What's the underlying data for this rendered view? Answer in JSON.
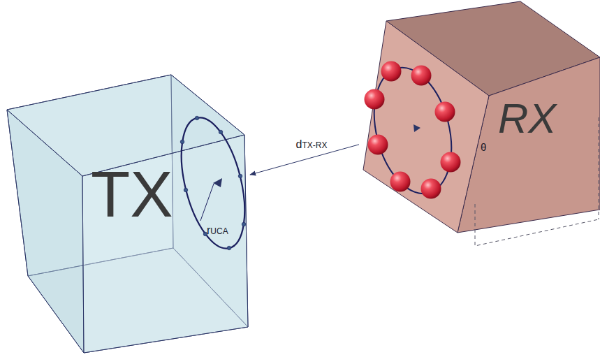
{
  "diagram": {
    "nodes": [
      {
        "text": [
          "TX"
        ]
      },
      {
        "text": [
          "RX"
        ]
      }
    ],
    "edges": [
      {
        "from": 1,
        "to": 0,
        "arrow": "to",
        "label": "dTX-RX"
      }
    ],
    "labels": [
      "rUCA",
      "θ"
    ]
  }
}
